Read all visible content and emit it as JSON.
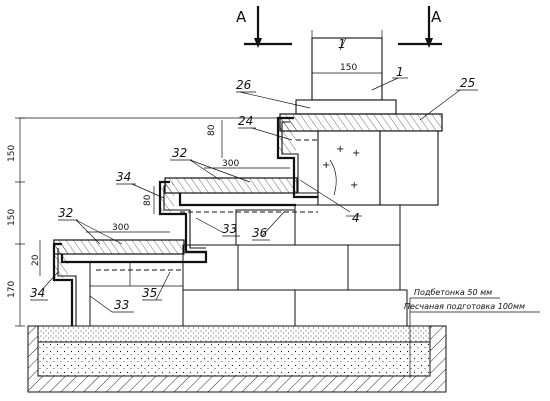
{
  "section_marks": [
    "А",
    "А"
  ],
  "axis_mark": "1",
  "callouts": {
    "n1": "1",
    "n25": "25",
    "n26": "26",
    "n24": "24",
    "n32_top": "32",
    "n34_top": "34",
    "n4": "4",
    "n33_top": "33",
    "n36": "36",
    "n32_bottom": "32",
    "n34_bottom": "34",
    "n33_bottom": "33",
    "n35": "35"
  },
  "dimensions": {
    "top_width": "150",
    "riser_80_a": "80",
    "riser_80_b": "80",
    "tread_300_upper": "300",
    "tread_300_lower": "300",
    "riser_20": "20",
    "left_150_top": "150",
    "left_150_mid": "150",
    "left_170_bottom": "170"
  },
  "notes": {
    "concrete_prep": "Подбетонка 50 мм",
    "sand_prep": "Песчаная подготовка 100мм"
  }
}
